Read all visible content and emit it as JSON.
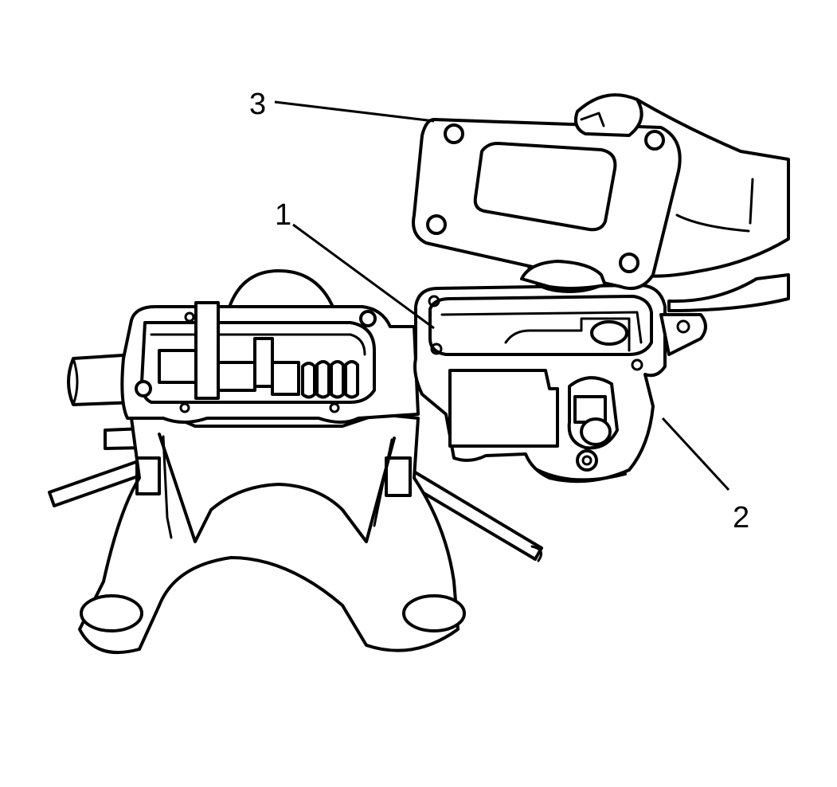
{
  "diagram": {
    "callouts": [
      {
        "id": "callout-1",
        "text": "1"
      },
      {
        "id": "callout-2",
        "text": "2"
      },
      {
        "id": "callout-3",
        "text": "3"
      }
    ],
    "colors": {
      "line": "#000000",
      "background": "#ffffff"
    }
  }
}
